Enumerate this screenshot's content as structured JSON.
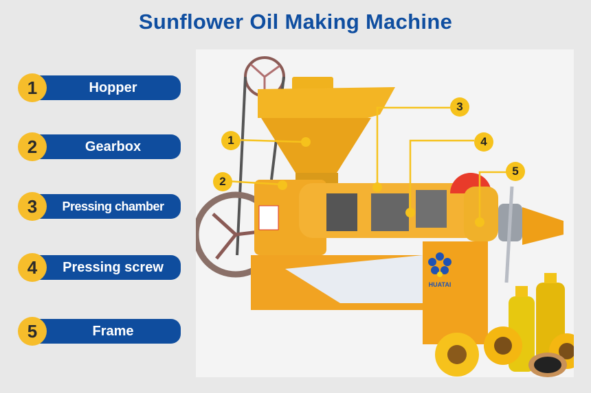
{
  "title": "Sunflower Oil Making Machine",
  "legend": [
    {
      "number": "1",
      "label": "Hopper"
    },
    {
      "number": "2",
      "label": "Gearbox"
    },
    {
      "number": "3",
      "label": "Pressing chamber"
    },
    {
      "number": "4",
      "label": "Pressing screw"
    },
    {
      "number": "5",
      "label": "Frame"
    }
  ],
  "photo": {
    "brand_logo_text": "HUATAI",
    "callouts": [
      "1",
      "2",
      "3",
      "4",
      "5"
    ]
  },
  "colors": {
    "title_blue": "#0f4ea0",
    "bar_blue": "#0f4d9e",
    "badge_yellow": "#f6bd2b",
    "machine_orange": "#f2a81c",
    "background": "#e8e8e8"
  }
}
